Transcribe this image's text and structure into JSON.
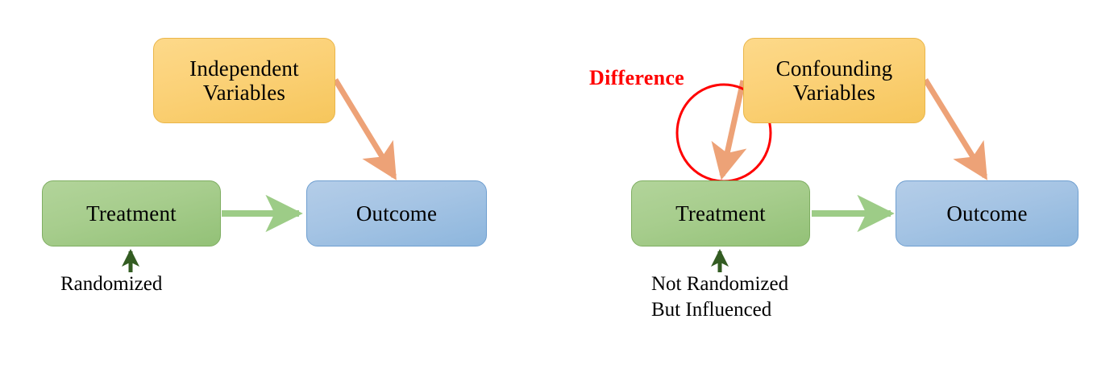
{
  "figure": {
    "title": "Randomized experiment vs observational study causal diagram",
    "background_color": "#ffffff",
    "colors": {
      "node_yellow_fill": "#fbd177",
      "node_yellow_border": "#eab64a",
      "node_green_fill": "#a7cd8d",
      "node_green_border": "#7fae62",
      "node_blue_fill": "#a5c4e4",
      "node_blue_border": "#6f9fd0",
      "arrow_orange": "#f0ab7d",
      "arrow_green": "#9dcc87",
      "arrow_dark_green": "#335c22",
      "highlight_red": "#ff0000",
      "text_black": "#000000"
    }
  },
  "left_panel": {
    "name": "randomized-experiment",
    "nodes": {
      "independent_variables": "Independent\nVariables",
      "treatment": "Treatment",
      "outcome": "Outcome"
    },
    "caption": "Randomized",
    "edges": [
      {
        "from": "independent_variables",
        "to": "outcome",
        "color": "#f0ab7d",
        "style": "solid-arrow"
      },
      {
        "from": "treatment",
        "to": "outcome",
        "color": "#9dcc87",
        "style": "solid-arrow"
      },
      {
        "from": "caption",
        "to": "treatment",
        "color": "#335c22",
        "style": "solid-arrow"
      }
    ]
  },
  "right_panel": {
    "name": "observational-study",
    "annotation": "Difference",
    "nodes": {
      "confounding_variables": "Confounding\nVariables",
      "treatment": "Treatment",
      "outcome": "Outcome"
    },
    "caption": "Not Randomized\nBut Influenced",
    "highlight": {
      "shape": "circle",
      "color": "#ff0000",
      "encircles": "confounding-to-treatment-arrow"
    },
    "edges": [
      {
        "from": "confounding_variables",
        "to": "treatment",
        "color": "#f0ab7d",
        "style": "solid-arrow"
      },
      {
        "from": "confounding_variables",
        "to": "outcome",
        "color": "#f0ab7d",
        "style": "solid-arrow"
      },
      {
        "from": "treatment",
        "to": "outcome",
        "color": "#9dcc87",
        "style": "solid-arrow"
      },
      {
        "from": "caption",
        "to": "treatment",
        "color": "#335c22",
        "style": "solid-arrow"
      }
    ]
  }
}
